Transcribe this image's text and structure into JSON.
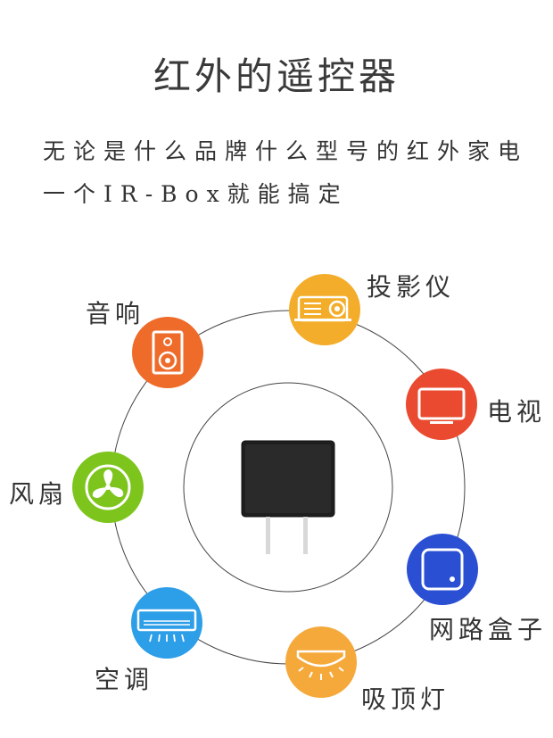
{
  "title": "红外的遥控器",
  "subtitle": {
    "line1": "无论是什么品牌什么型号的红外家电",
    "line2": "一个IR-Box就能搞定"
  },
  "devices": [
    {
      "label": "投影仪",
      "icon": "projector-icon",
      "color": "#f3ad2a"
    },
    {
      "label": "电视",
      "icon": "tv-icon",
      "color": "#ea4a2f"
    },
    {
      "label": "网路盒子",
      "icon": "network-box-icon",
      "color": "#2b4fd2"
    },
    {
      "label": "吸顶灯",
      "icon": "ceiling-light-icon",
      "color": "#f5a93b"
    },
    {
      "label": "空调",
      "icon": "air-conditioner-icon",
      "color": "#2d9ee8"
    },
    {
      "label": "风扇",
      "icon": "fan-icon",
      "color": "#7dc51d"
    },
    {
      "label": "音响",
      "icon": "speaker-icon",
      "color": "#ee6b2a"
    }
  ],
  "center_device": "ir-box-plug-icon"
}
